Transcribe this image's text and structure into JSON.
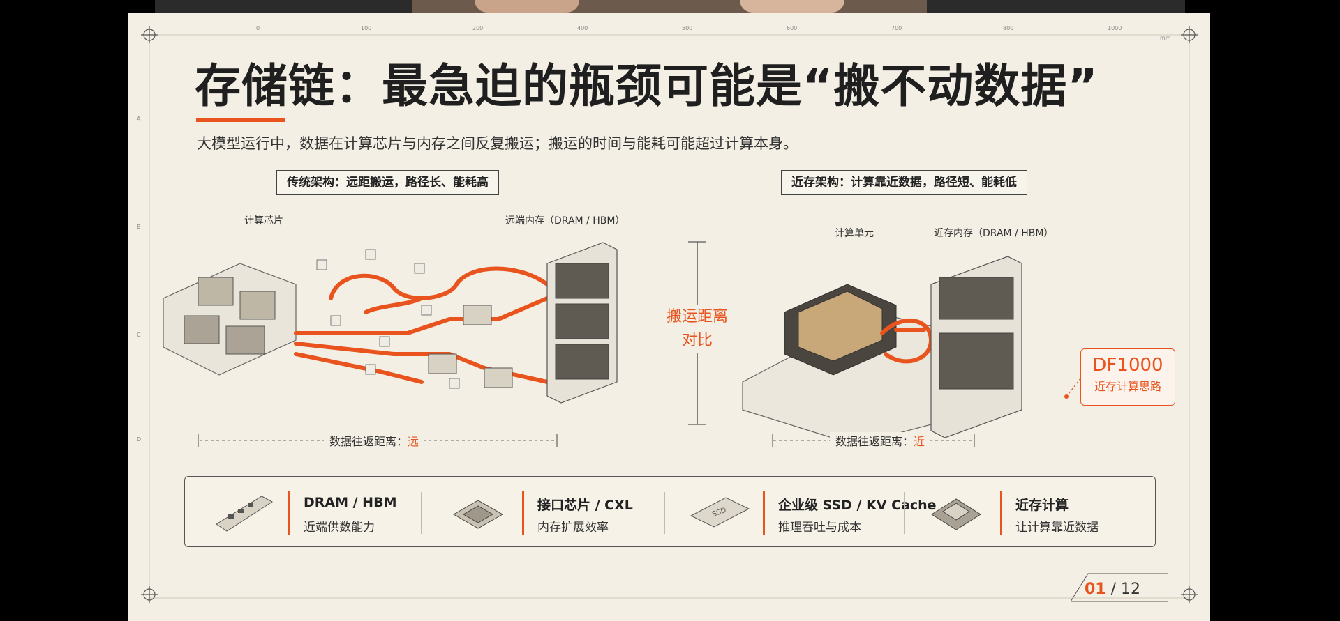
{
  "slide": {
    "title": "存储链：最急迫的瓶颈可能是“搬不动数据”",
    "subtitle": "大模型运行中，数据在计算芯片与内存之间反复搬运；搬运的时间与能耗可能超过计算本身。",
    "ruler": {
      "numbers": [
        "0",
        "100",
        "200",
        "400",
        "500",
        "600",
        "700",
        "800",
        "1000"
      ],
      "unit": "mm",
      "rows": [
        "A",
        "B",
        "C",
        "D"
      ]
    },
    "left": {
      "tag": "传统架构：远距搬运，路径长、能耗高",
      "chip_label": "计算芯片",
      "memory_label": "远端内存（DRAM / HBM）",
      "distance_label": "数据往返距离：",
      "distance_value": "远"
    },
    "middle": {
      "line1": "搬运距离",
      "line2": "对比"
    },
    "right": {
      "tag": "近存架构：计算靠近数据，路径短、能耗低",
      "unit_label": "计算单元",
      "memory_label": "近存内存（DRAM / HBM）",
      "distance_label": "数据往返距离：",
      "distance_value": "近",
      "df_title": "DF1000",
      "df_sub": "近存计算思路"
    },
    "bottom": [
      {
        "icon": "dram-module-icon",
        "title": "DRAM / HBM",
        "desc": "近端供数能力"
      },
      {
        "icon": "interface-chip-icon",
        "title": "接口芯片 / CXL",
        "desc": "内存扩展效率"
      },
      {
        "icon": "ssd-icon",
        "title": "企业级 SSD / KV Cache",
        "desc": "推理吞吐与成本"
      },
      {
        "icon": "near-compute-chip-icon",
        "title": "近存计算",
        "desc": "让计算靠近数据"
      }
    ],
    "page": {
      "current": "01",
      "separator": " / ",
      "total": "12"
    }
  },
  "colors": {
    "accent": "#e9541e",
    "background": "#f3efe4",
    "text": "#1f1f1f"
  }
}
